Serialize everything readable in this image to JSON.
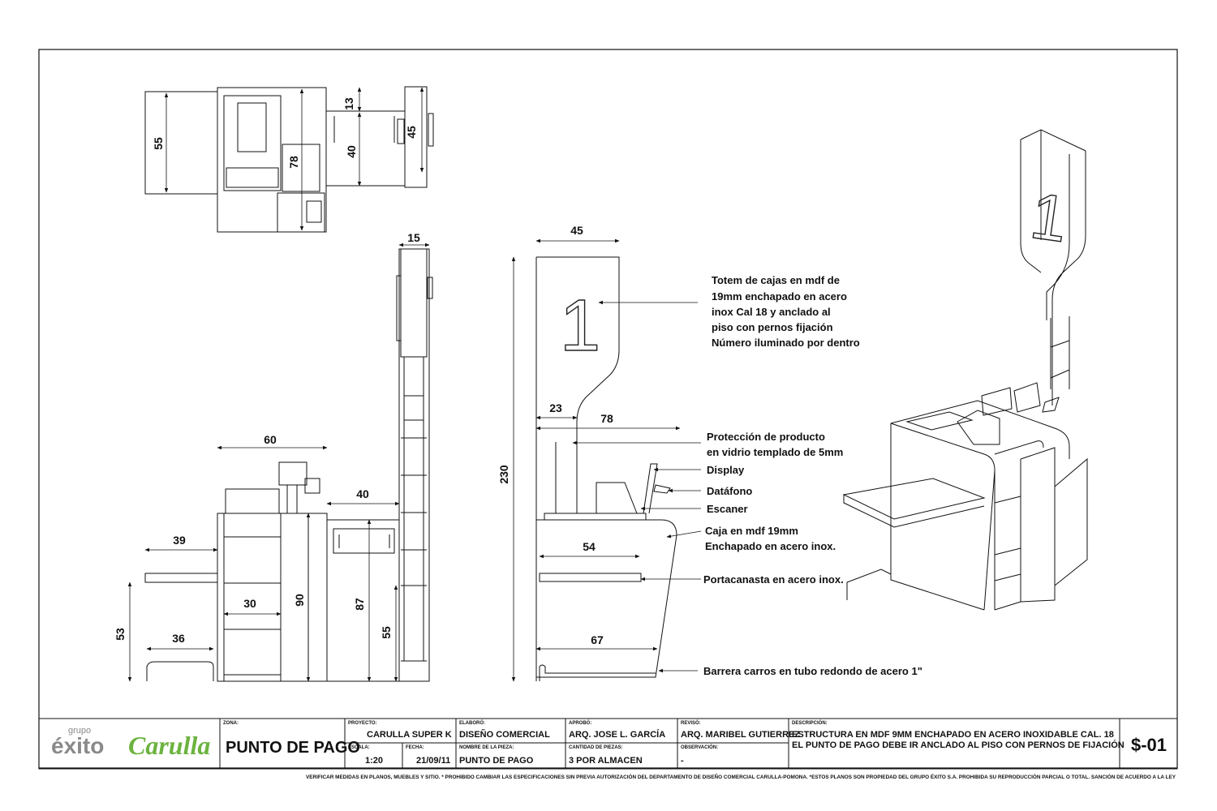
{
  "drawing": {
    "dimensions": {
      "top_55": "55",
      "top_78": "78",
      "top_13": "13",
      "top_40": "40",
      "top_45": "45",
      "front_60": "60",
      "front_39": "39",
      "front_53": "53",
      "front_36": "36",
      "front_30": "30",
      "front_90": "90",
      "front_40": "40",
      "front_87": "87",
      "front_55": "55",
      "front_15": "15",
      "side_45": "45",
      "side_230": "230",
      "side_23": "23",
      "side_78": "78",
      "side_54": "54",
      "side_67": "67"
    },
    "totem_number": "1",
    "notes": {
      "totem": [
        "Totem de cajas en mdf de",
        "19mm enchapado en acero",
        "inox Cal 18 y anclado al",
        "piso con pernos fijación",
        "Número iluminado por dentro"
      ],
      "proteccion": [
        "Protección de producto",
        "en vidrio templado de 5mm"
      ],
      "display": "Display",
      "datafono": "Datáfono",
      "escaner": "Escaner",
      "caja": [
        "Caja en mdf 19mm",
        "Enchapado en acero inox."
      ],
      "portacanasta": "Portacanasta en acero inox.",
      "barrera": "Barrera carros en tubo redondo de acero 1\""
    }
  },
  "title_block": {
    "logo_grupo": "grupo",
    "logo_exito": "éxito",
    "logo_carulla": "Carulla",
    "zona_label": "ZONA:",
    "zona_value": "PUNTO DE PAGO",
    "proyecto_label": "PROYECTO:",
    "proyecto_value": "CARULLA SUPER K",
    "escala_label": "ESCALA:",
    "escala_value": "1:20",
    "fecha_label": "FECHA:",
    "fecha_value": "21/09/11",
    "elaboro_label": "ELABORÓ:",
    "elaboro_value": "DISEÑO COMERCIAL",
    "nombre_pieza_label": "NOMBRE DE LA PIEZA:",
    "nombre_pieza_value": "PUNTO DE PAGO",
    "aprobo_label": "APROBÓ:",
    "aprobo_value": "ARQ. JOSE L. GARCÍA",
    "cantidad_label": "CANTIDAD DE PIEZAS:",
    "cantidad_value": "3 POR ALMACEN",
    "reviso_label": "REVISÓ:",
    "reviso_value": "ARQ. MARIBEL GUTIERREZ",
    "observacion_label": "OBSERVACIÓN:",
    "observacion_value": "-",
    "descripcion_label": "DESCRIPCIÓN:",
    "descripcion_line1": "ESTRUCTURA EN MDF 9MM ENCHAPADO EN ACERO INOXIDABLE CAL. 18",
    "descripcion_line2": "EL PUNTO DE PAGO DEBE IR ANCLADO AL PISO CON PERNOS DE FIJACIÓN",
    "plano_code": "$-01"
  },
  "footer_note": "VERIFICAR MEDIDAS EN PLANOS, MUEBLES Y SITIO. * PROHIBIDO CAMBIAR LAS ESPECIFICACIONES SIN PREVIA AUTORIZACIÓN DEL DEPARTAMENTO DE DISEÑO COMERCIAL CARULLA-POMONA. *ESTOS PLANOS SON PROPIEDAD DEL GRUPO ÉXITO S.A. PROHIBIDA SU REPRODUCCIÓN PARCIAL O TOTAL. SANCIÓN DE ACUERDO A LA LEY",
  "colors": {
    "line": "#111111",
    "brand_gray": "#8a8a8a",
    "brand_green": "#6cb33f"
  }
}
